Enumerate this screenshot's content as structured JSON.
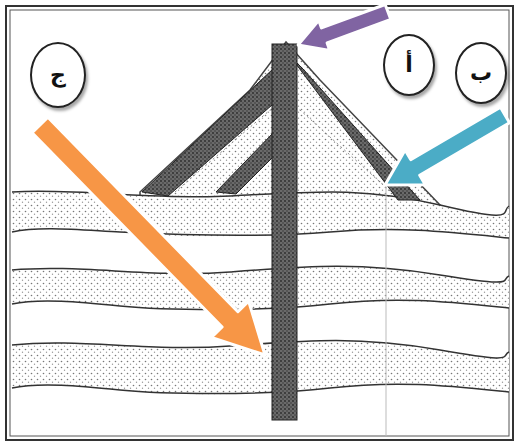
{
  "diagram": {
    "nodes": [
      {
        "text": [
          "أ"
        ]
      },
      {
        "text": [
          "ب"
        ]
      },
      {
        "text": [
          "ج"
        ]
      }
    ]
  }
}
